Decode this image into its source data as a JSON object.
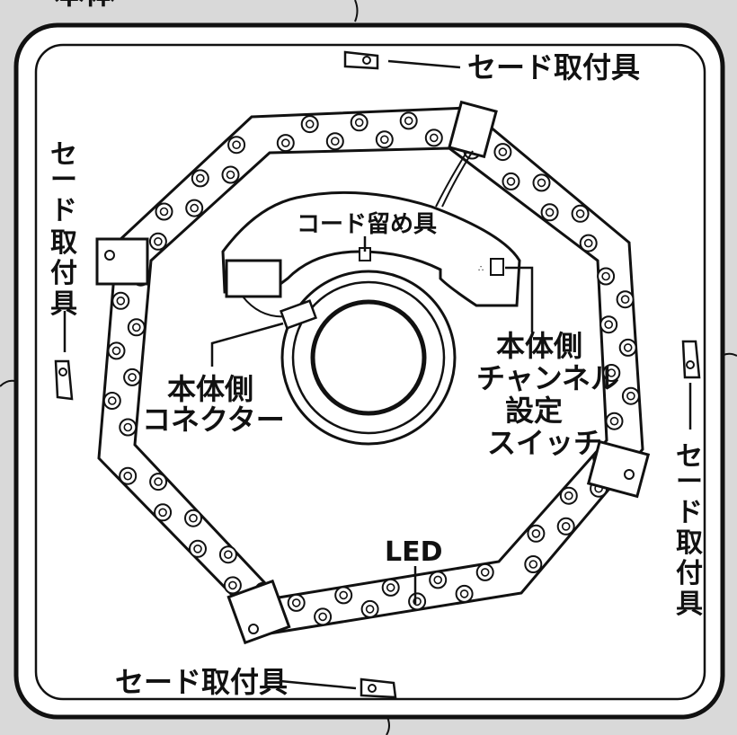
{
  "header": {
    "title_fragment": "本体"
  },
  "labels": {
    "shade_mount": "セード取付具",
    "cord_clip": "コード留め具",
    "body_connector_line1": "本体側",
    "body_connector_line2": "コネクター",
    "channel_switch_line1": "本体側",
    "channel_switch_line2": "チャンネル",
    "channel_switch_line3": "設定",
    "channel_switch_line4": "スイッチ",
    "led": "LED"
  },
  "vertical_labels": {
    "left_shade_mount": [
      "セ",
      "ー",
      "ド",
      "取",
      "付",
      "具"
    ],
    "right_shade_mount": [
      "セ",
      "ー",
      "ド",
      "取",
      "付",
      "具"
    ]
  },
  "colors": {
    "background": "#d9d9d9",
    "panel": "#ffffff",
    "ink": "#111111"
  }
}
